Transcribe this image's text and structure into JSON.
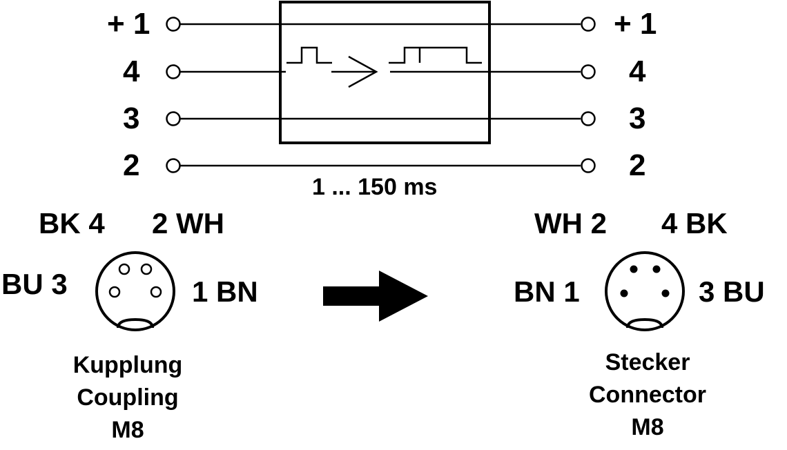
{
  "left_terminals": [
    "+ 1",
    "4",
    "3",
    "2"
  ],
  "right_terminals": [
    "+ 1",
    "4",
    "3",
    "2"
  ],
  "pulse_duration": "1 ... 150 ms",
  "coupling": {
    "pin_top_left": "BK 4",
    "pin_top_right": "2 WH",
    "pin_left": "BU 3",
    "pin_right": "1 BN",
    "caption_de": "Kupplung",
    "caption_en": "Coupling",
    "caption_size": "M8"
  },
  "connector": {
    "pin_top_left": "WH 2",
    "pin_top_right": "4 BK",
    "pin_left": "BN 1",
    "pin_right": "3 BU",
    "caption_de": "Stecker",
    "caption_en": "Connector",
    "caption_size": "M8"
  },
  "colors": {
    "ink": "#000000",
    "paper": "#ffffff"
  },
  "icons": [
    "pulse-extender-symbol",
    "direction-arrow-icon",
    "m8-coupling-socket-icon",
    "m8-connector-plug-icon"
  ]
}
